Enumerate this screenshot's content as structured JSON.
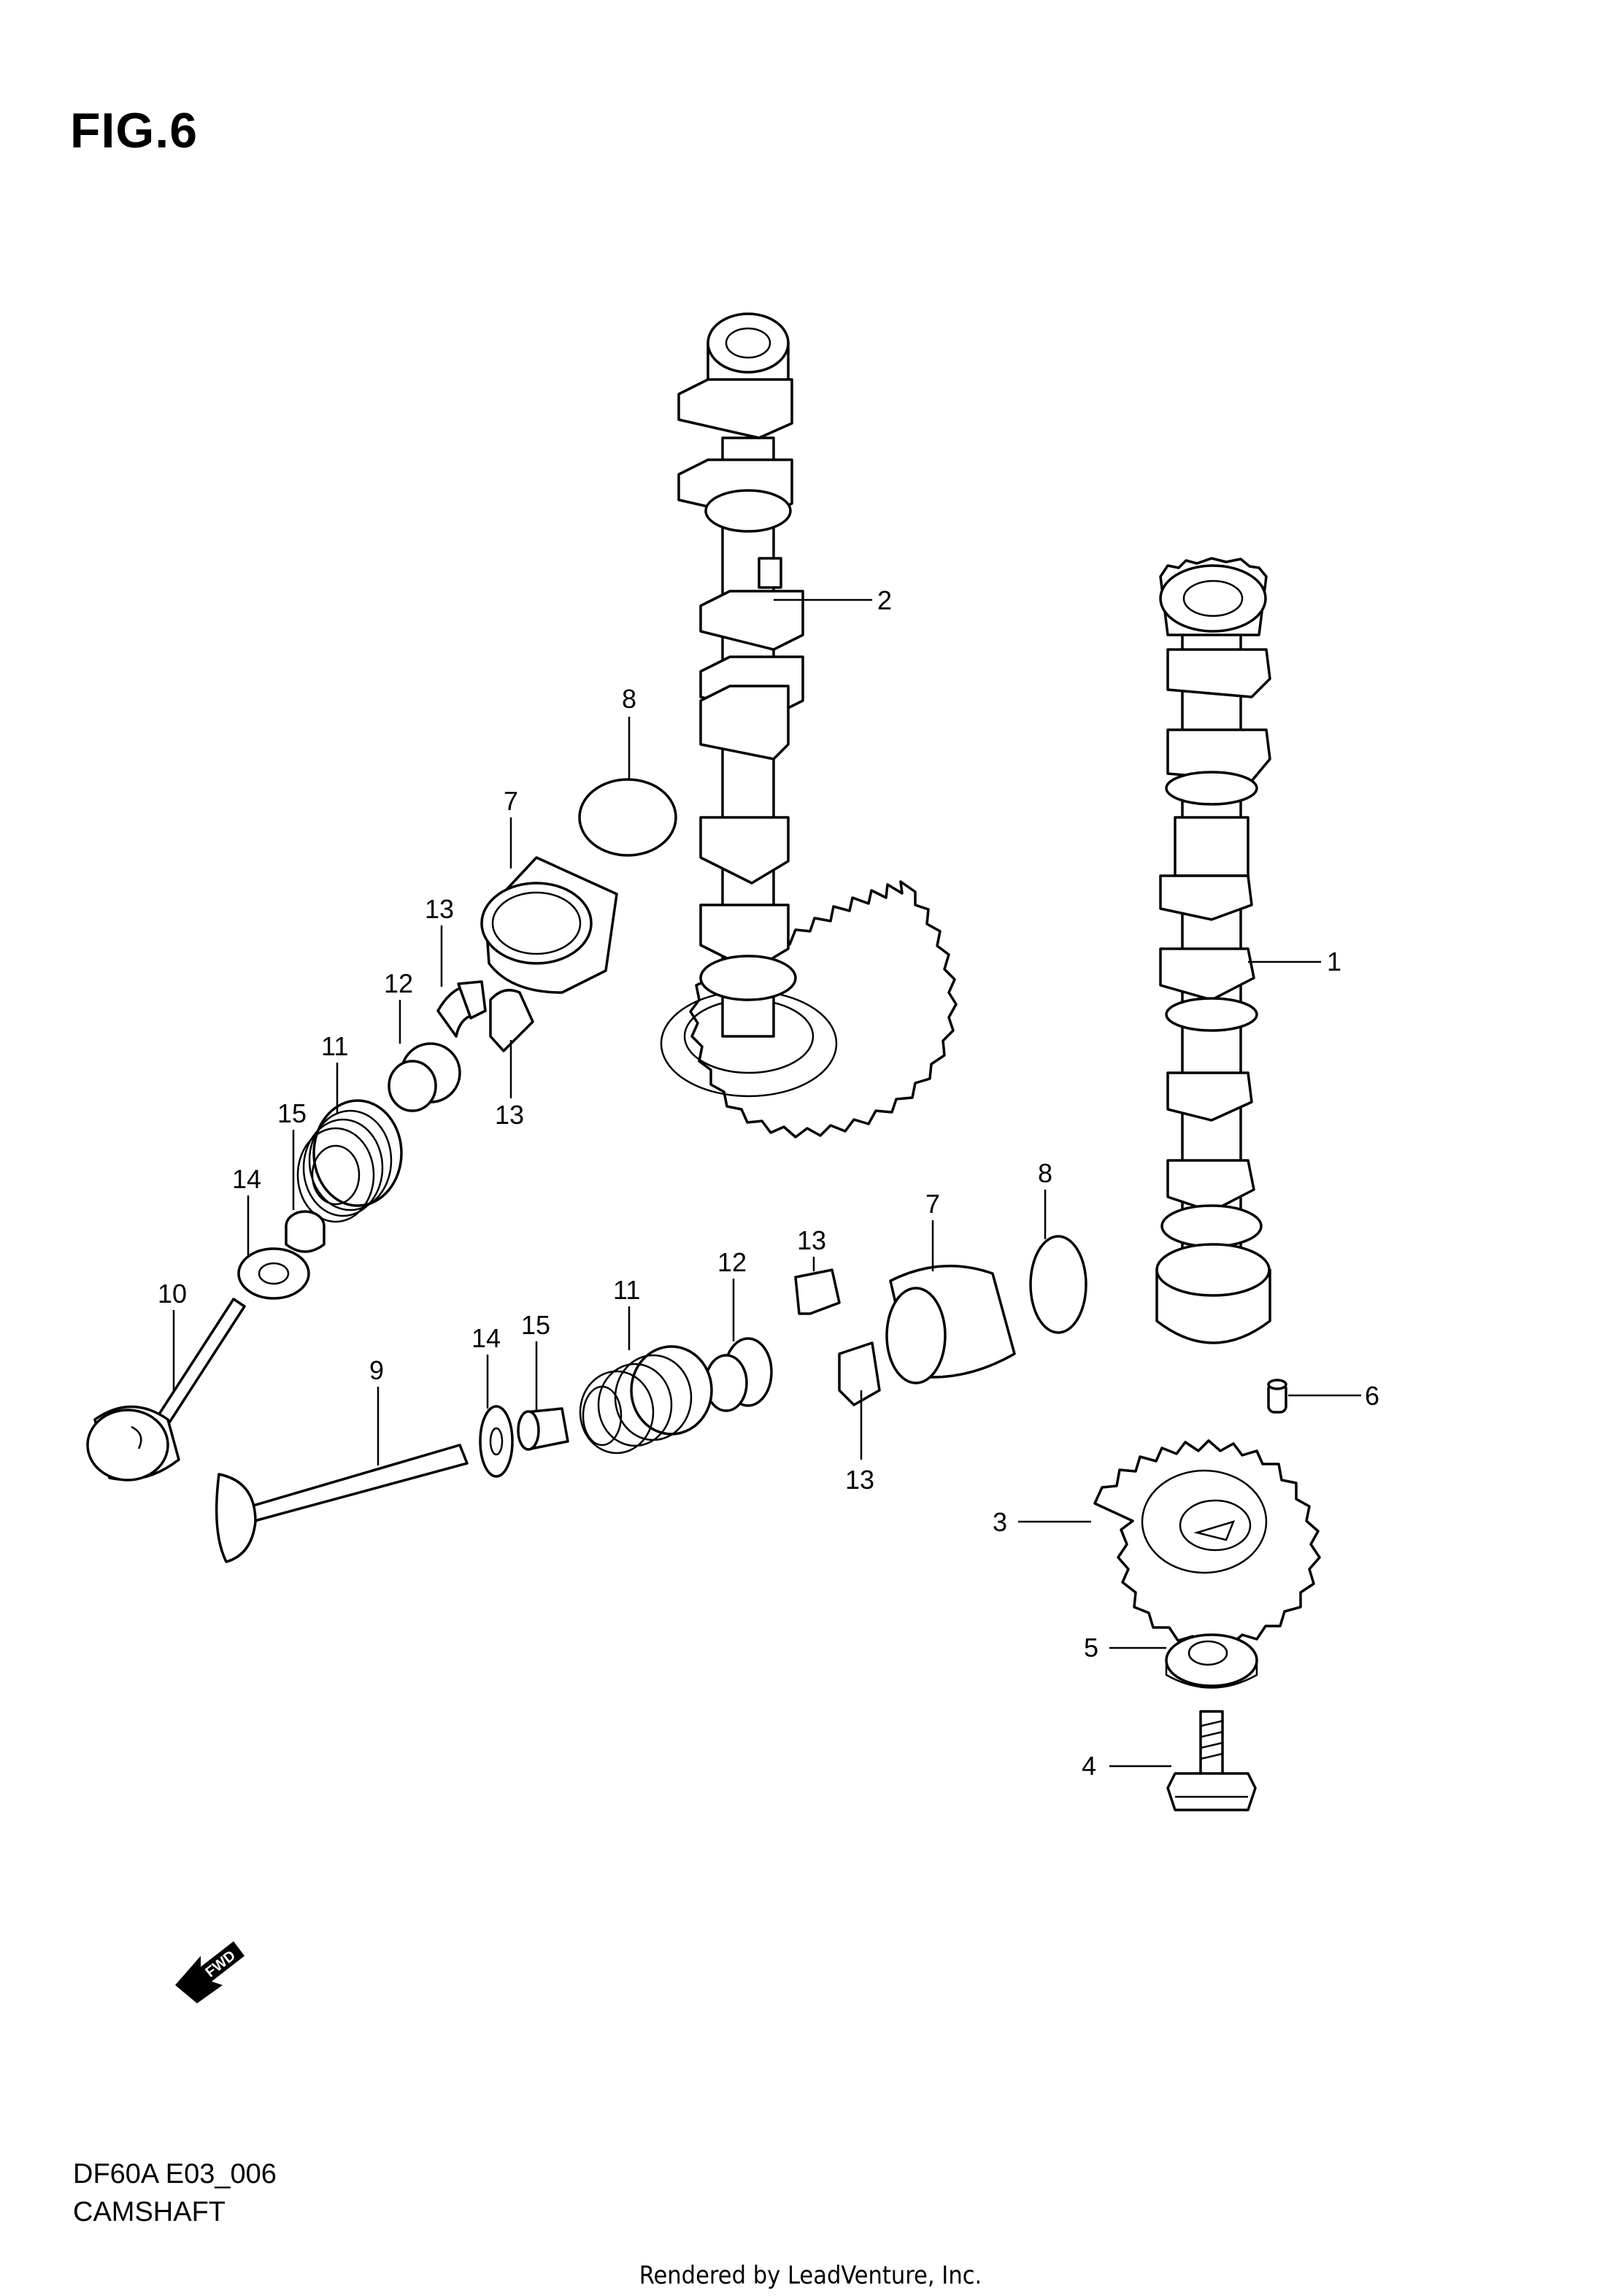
{
  "figure": {
    "title": "FIG.6",
    "code": "DF60A E03_006",
    "name": "CAMSHAFT",
    "footer": "Rendered by LeadVenture, Inc.",
    "fwd_label": "FWD"
  },
  "callouts": [
    {
      "id": "c1",
      "text": "1"
    },
    {
      "id": "c2",
      "text": "2"
    },
    {
      "id": "c3",
      "text": "3"
    },
    {
      "id": "c4",
      "text": "4"
    },
    {
      "id": "c5",
      "text": "5"
    },
    {
      "id": "c6",
      "text": "6"
    },
    {
      "id": "c7a",
      "text": "7"
    },
    {
      "id": "c7b",
      "text": "7"
    },
    {
      "id": "c8a",
      "text": "8"
    },
    {
      "id": "c8b",
      "text": "8"
    },
    {
      "id": "c9",
      "text": "9"
    },
    {
      "id": "c10",
      "text": "10"
    },
    {
      "id": "c11a",
      "text": "11"
    },
    {
      "id": "c11b",
      "text": "11"
    },
    {
      "id": "c12a",
      "text": "12"
    },
    {
      "id": "c12b",
      "text": "12"
    },
    {
      "id": "c13a",
      "text": "13"
    },
    {
      "id": "c13b",
      "text": "13"
    },
    {
      "id": "c13c",
      "text": "13"
    },
    {
      "id": "c13d",
      "text": "13"
    },
    {
      "id": "c14a",
      "text": "14"
    },
    {
      "id": "c14b",
      "text": "14"
    },
    {
      "id": "c15a",
      "text": "15"
    },
    {
      "id": "c15b",
      "text": "15"
    }
  ]
}
